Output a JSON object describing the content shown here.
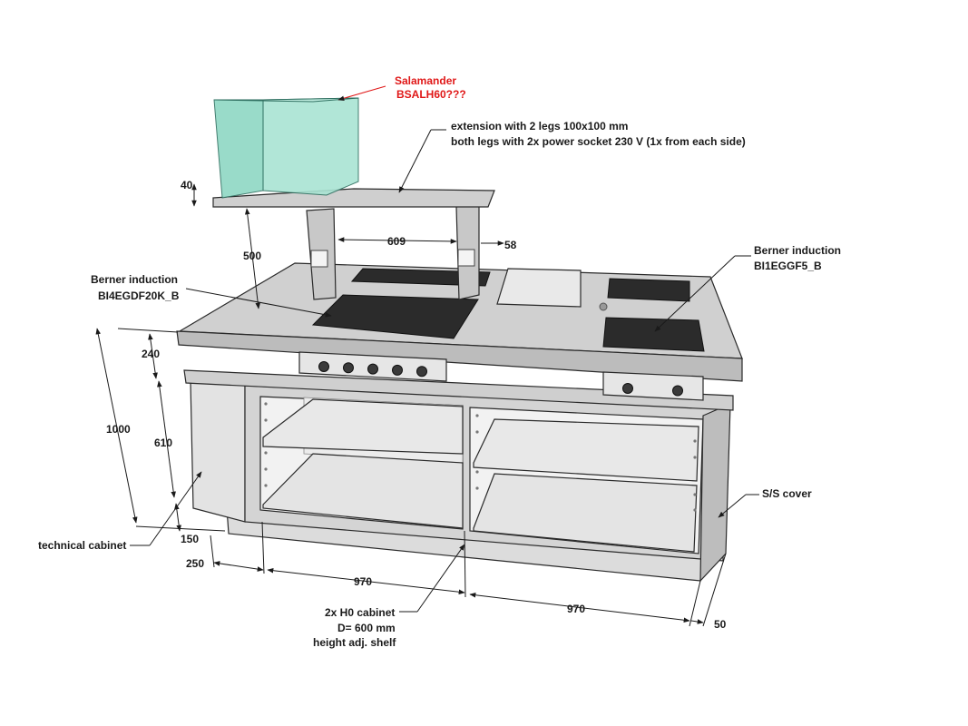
{
  "labels": {
    "salamander": [
      "Salamander",
      "BSALH60???"
    ],
    "extension": [
      "extension with 2 legs 100x100 mm",
      "both legs with 2x power socket 230 V (1x from each side)"
    ],
    "induction_left": [
      "Berner induction",
      "BI4EGDF20K_B"
    ],
    "induction_right": [
      "Berner induction",
      "BI1EGGF5_B"
    ],
    "technical_cabinet": "technical cabinet",
    "ss_cover": "S/S cover",
    "h0_cabinet": [
      "2x H0 cabinet",
      "D= 600 mm",
      "height adj. shelf"
    ]
  },
  "dimensions": {
    "d40": "40",
    "d500": "500",
    "d609": "609",
    "d58": "58",
    "d240": "240",
    "d1000": "1000",
    "d610": "610",
    "d150": "150",
    "d250": "250",
    "d970a": "970",
    "d970b": "970",
    "d50": "50"
  },
  "colors": {
    "salamander_glass": "#8fd8c4",
    "steel_light": "#d6d6d6",
    "steel_mid": "#c4c4c4",
    "steel_dark": "#9e9e9e",
    "induction_glass": "#2b2b2b",
    "annotation_red": "#e01818"
  },
  "knob_counts": {
    "left_panel": 5,
    "right_panel": 2
  }
}
